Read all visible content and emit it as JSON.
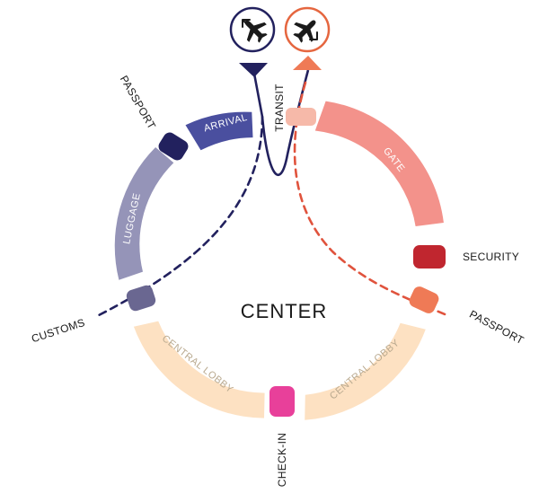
{
  "center": {
    "label": "CENTER"
  },
  "segments": {
    "arrival": "ARRIVAL",
    "luggage": "LUGGAGE",
    "gate": "GATE",
    "central_lobby_left": "CENTRAL LOBBY",
    "central_lobby_right": "CENTRAL LOBBY"
  },
  "nodes": {
    "passport_left": "PASSPORT",
    "transit": "TRANSIT",
    "security": "SECURITY",
    "customs": "CUSTOMS",
    "passport_right": "PASSPORT",
    "check_in": "CHECK-IN"
  },
  "icons": {
    "arrival": "airplane-arrival-icon",
    "departure": "airplane-departure-icon"
  },
  "colors": {
    "arrival_navy": "#22215e",
    "arrival_blue": "#4a4f9f",
    "luggage": "#9594b8",
    "customs": "#6a6791",
    "gate": "#f3928b",
    "transit": "#f6b9a9",
    "security": "#c0262f",
    "passport_right": "#ef7a56",
    "departure_orange": "#e5663f",
    "departure_dash": "#e0533d",
    "lobby": "#fde1c2",
    "check_in": "#e8409a"
  }
}
